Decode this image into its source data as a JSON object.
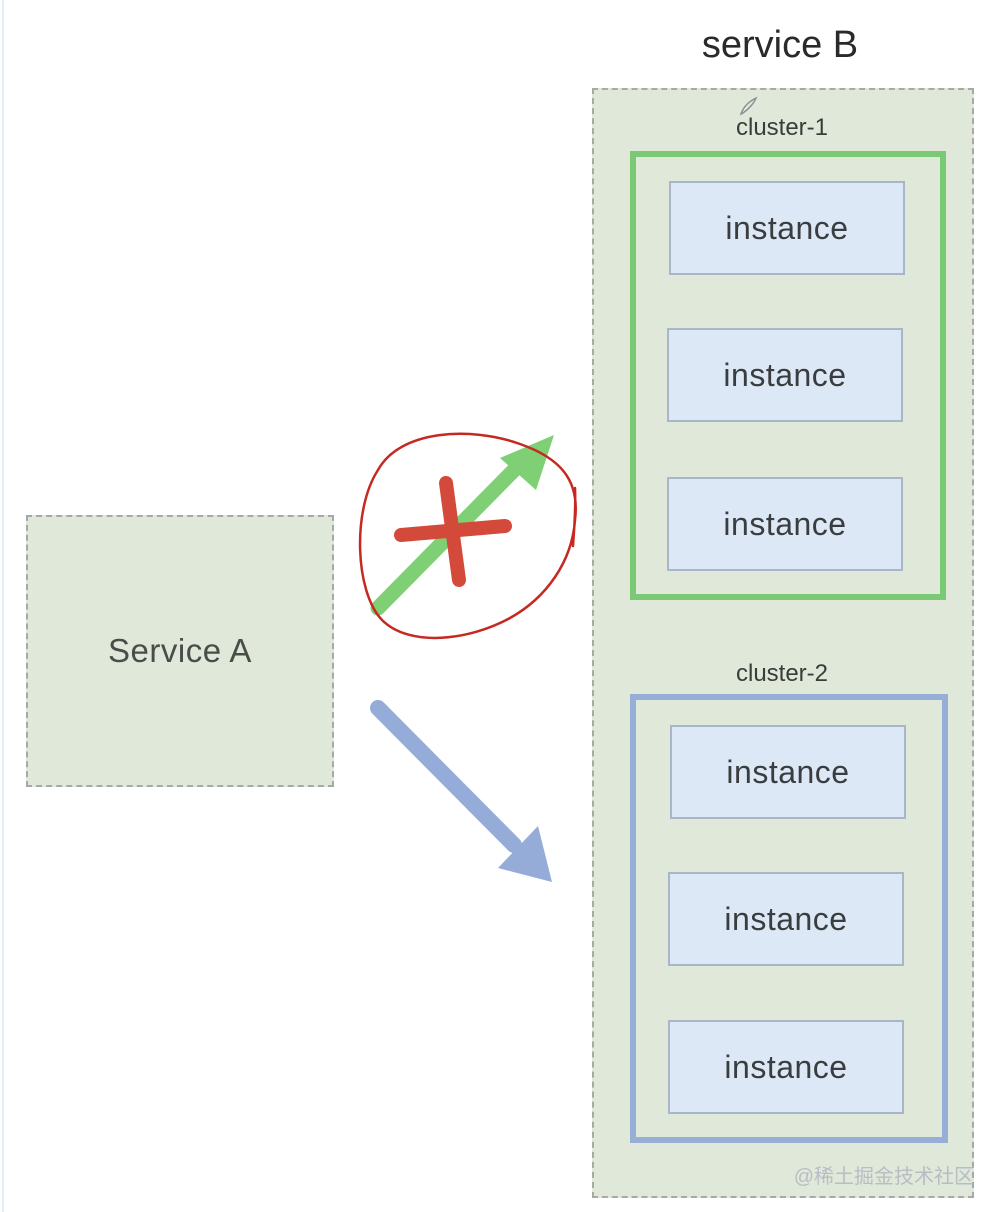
{
  "diagram": {
    "service_a": {
      "label": "Service A"
    },
    "service_b": {
      "title": "service B",
      "clusters": [
        {
          "label": "cluster-1",
          "color": "#79c975",
          "instances": [
            "instance",
            "instance",
            "instance"
          ]
        },
        {
          "label": "cluster-2",
          "color": "#97aed6",
          "instances": [
            "instance",
            "instance",
            "instance"
          ]
        }
      ]
    },
    "arrows": [
      {
        "from": "Service A",
        "to": "cluster-1",
        "color": "#7fcf75",
        "blocked": true,
        "block_mark_color": "#d34a3a",
        "circle_color": "#c62822"
      },
      {
        "from": "Service A",
        "to": "cluster-2",
        "color": "#95acd9",
        "blocked": false
      }
    ]
  },
  "watermark": "@稀土掘金技术社区"
}
